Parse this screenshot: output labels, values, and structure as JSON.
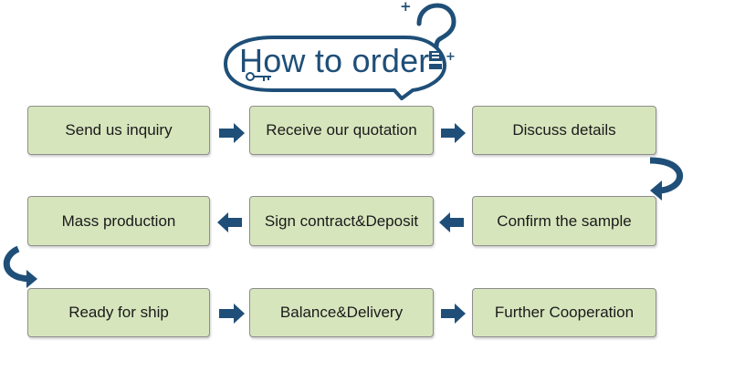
{
  "title": "How to order",
  "accent_color": "#1f4f78",
  "box_color": "#d7e5bd",
  "steps": [
    {
      "label": "Send us inquiry"
    },
    {
      "label": "Receive our quotation"
    },
    {
      "label": "Discuss details"
    },
    {
      "label": "Confirm the sample"
    },
    {
      "label": "Sign contract&Deposit"
    },
    {
      "label": "Mass production"
    },
    {
      "label": "Ready for ship"
    },
    {
      "label": "Balance&Delivery"
    },
    {
      "label": "Further Cooperation"
    }
  ],
  "icons": [
    "speech-bubble-icon",
    "question-mark-icon",
    "key-icon",
    "arrow-right-icon",
    "arrow-left-icon",
    "curved-arrow-icon"
  ]
}
